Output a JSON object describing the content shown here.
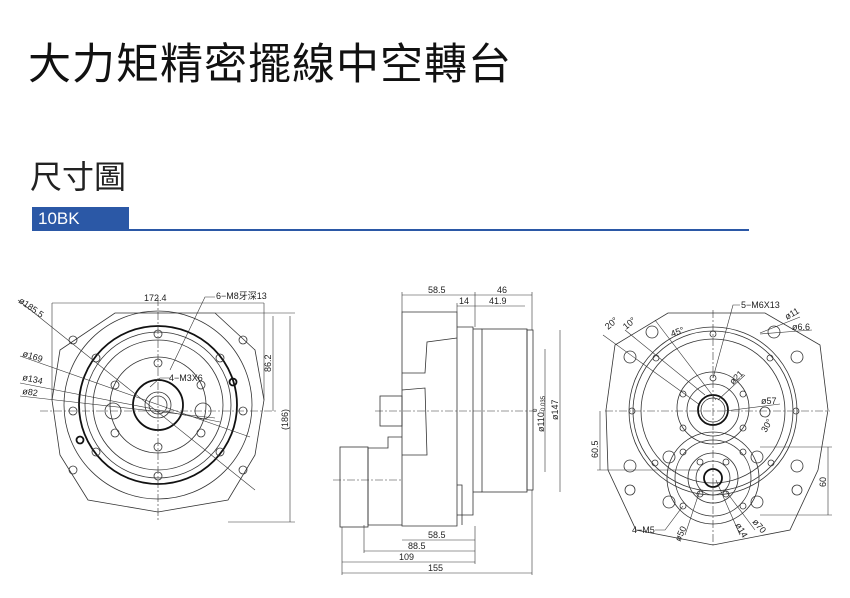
{
  "page": {
    "title": "大力矩精密擺線中空轉台",
    "section": "尺寸圖",
    "model_tab": "10BK",
    "accent_color": "#2b58a6"
  },
  "front_view": {
    "dim_width": "172.4",
    "dim_half_height": "86.2",
    "dim_height": "(186)",
    "dia_outer": "ø185.5",
    "dia_169": "ø169",
    "dia_134": "ø134",
    "dia_82": "ø82",
    "holes_m8": "6−M8牙深13",
    "holes_m3": "4−M3X6"
  },
  "side_view": {
    "dim_58_5_top": "58.5",
    "dim_46": "46",
    "dim_14": "14",
    "dim_41_9": "41.9",
    "dia_110": "ø110",
    "tol_110_upper": "0",
    "tol_110_lower": "-0.035",
    "dia_147": "ø147",
    "dim_58_5_bottom": "58.5",
    "dim_88_5": "88.5",
    "dim_109": "109",
    "dim_155": "155"
  },
  "rear_view": {
    "angle_20": "20°",
    "angle_10": "10°",
    "angle_45": "45°",
    "holes_m6": "5−M6X13",
    "dia_11": "ø11",
    "dia_6_6": "ø6.6",
    "dia_21": "ø21",
    "dia_57": "ø57",
    "angle_30": "30°",
    "dim_60_5": "60.5",
    "dim_60": "60",
    "holes_m5": "4−M5",
    "dia_50": "ø50",
    "dia_14": "ø14",
    "dia_70": "ø70"
  }
}
